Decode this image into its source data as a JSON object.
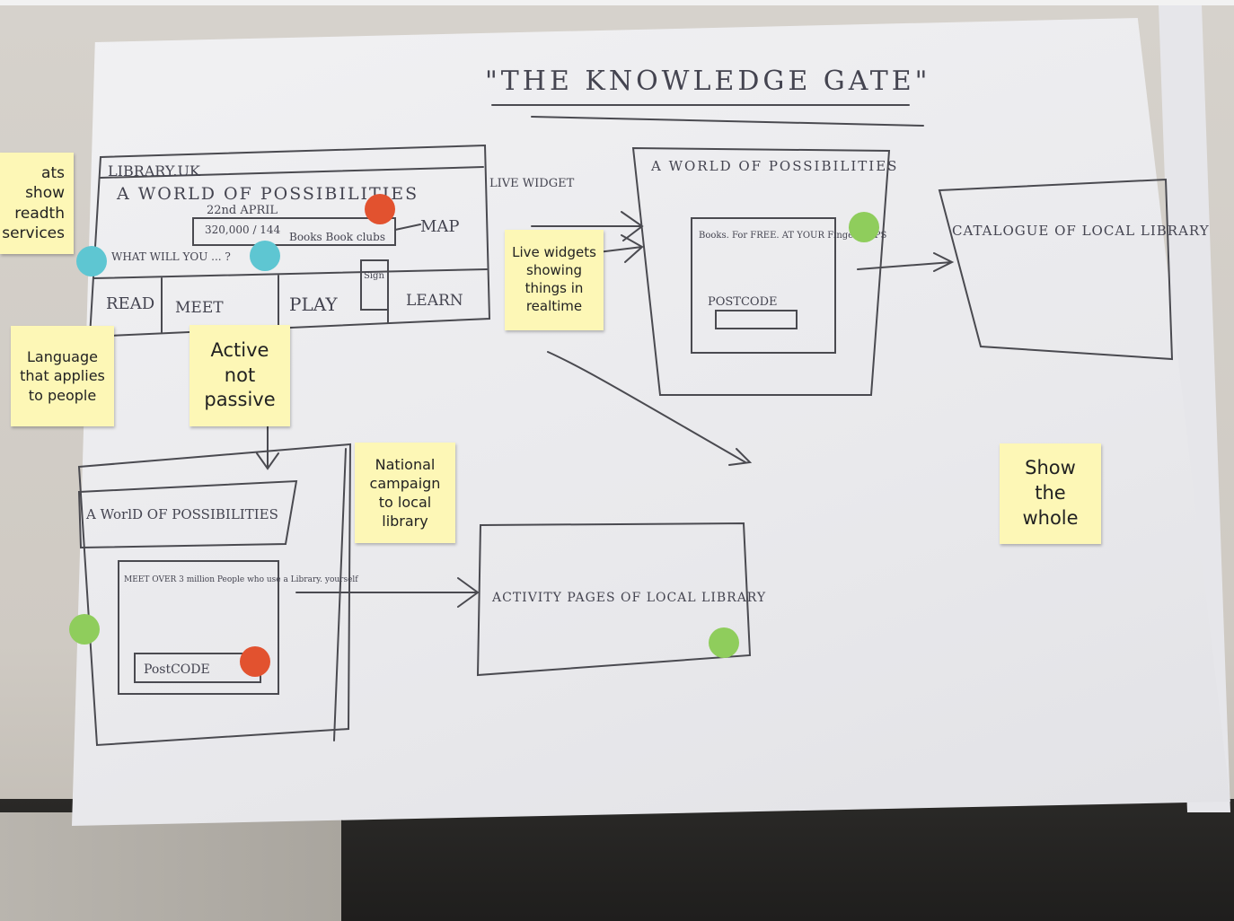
{
  "sketch": {
    "title": "\"THE KNOWLEDGE GATE\"",
    "frame1": {
      "url": "LIBRARY.UK",
      "headline": "A WORLD OF POSSIBILITIES",
      "date": "22nd APRIL",
      "counts": "320,000 / 144",
      "tags": "Books  Book clubs",
      "map": "MAP",
      "prompt": "WHAT WILL YOU ... ?",
      "tabs": [
        "READ",
        "MEET",
        "PLAY",
        "LEARN"
      ],
      "small": "Sign"
    },
    "live_widget": "LIVE WIDGET",
    "frame2": {
      "headline": "A WORLD OF POSSIBILITIES",
      "body": "Books. For FREE. AT YOUR Fingers TIPS",
      "postcode": "POSTCODE"
    },
    "catalogue": "CATALOGUE OF LOCAL LIBRARY",
    "frame3": {
      "headline": "A WorlD OF POSSIBILITIES",
      "body": "MEET OVER 3 million People who use a Library. yourself",
      "postcode": "PostCODE"
    },
    "activity": "ACTIVITY PAGES OF LOCAL LIBRARY"
  },
  "stickies": [
    {
      "text": "ats show readth services"
    },
    {
      "text": "Live widgets showing things in realtime"
    },
    {
      "text": "Language that applies to people"
    },
    {
      "text": "Active not passive"
    },
    {
      "text": "National campaign to local library"
    },
    {
      "text": "Show the whole"
    }
  ],
  "colors": {
    "sticky": "#fdf7b6",
    "dot_red": "#e2522f",
    "dot_blue": "#5ec6d2",
    "dot_green": "#8fcd5c"
  }
}
